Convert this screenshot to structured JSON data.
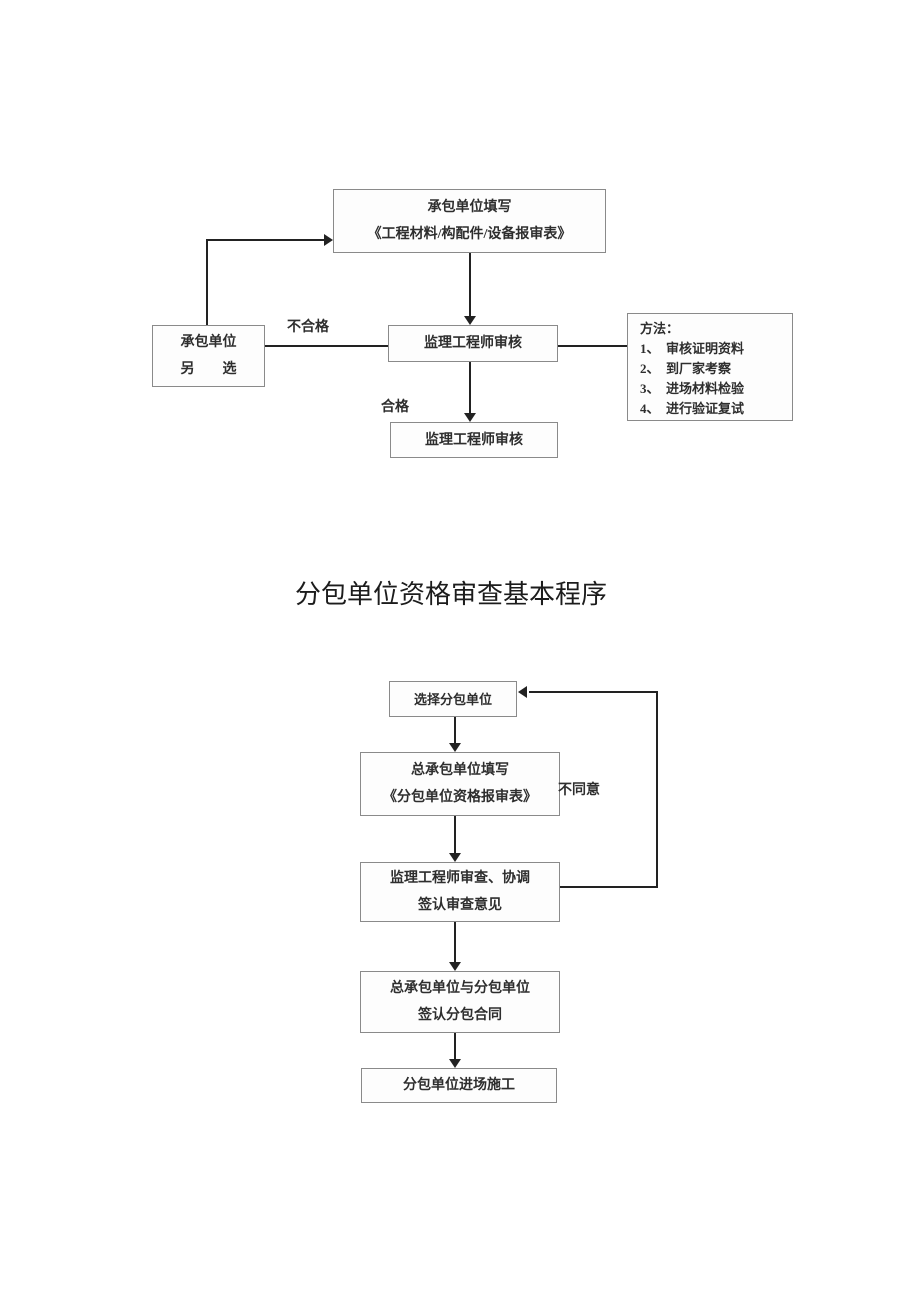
{
  "colors": {
    "box_border": "#8a8a8a",
    "box_fill": "#fdfdfd",
    "line": "#222222",
    "text": "#2e2e2e"
  },
  "chart1": {
    "box_report_form": {
      "line1": "承包单位填写",
      "line2": "《工程材料/构配件/设备报审表》"
    },
    "box_reselect": {
      "line1": "承包单位",
      "line2": "另　　选"
    },
    "box_review_mid": "监理工程师审核",
    "box_review_final": "监理工程师审核",
    "box_methods": {
      "title": "方法：",
      "items": [
        "1、　审核证明资料",
        "2、　到厂家考察",
        "3、　进场材料检验",
        "4、　进行验证复试"
      ]
    },
    "label_fail": "不合格",
    "label_pass": "合格"
  },
  "section_title": "分包单位资格审查基本程序",
  "chart2": {
    "box_select": "选择分包单位",
    "box_fill": {
      "line1": "总承包单位填写",
      "line2": "《分包单位资格报审表》"
    },
    "box_review": {
      "line1": "监理工程师审查、协调",
      "line2": "签认审查意见"
    },
    "box_sign": {
      "line1": "总承包单位与分包单位",
      "line2": "签认分包合同"
    },
    "box_enter": "分包单位进场施工",
    "label_disagree": "不同意"
  }
}
